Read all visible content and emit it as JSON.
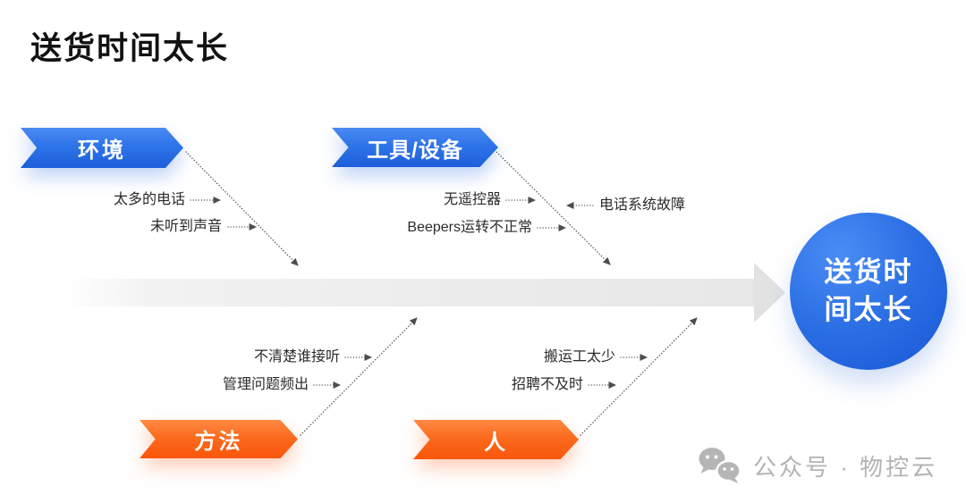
{
  "page": {
    "title": "送货时间太长",
    "background": "#ffffff"
  },
  "colors": {
    "blue": "#2e74e9",
    "blue_dark": "#1c5fd9",
    "orange": "#f9560a",
    "orange_light": "#ff8a45",
    "bone_line": "#4d4d4d",
    "main_arrow_gray": "#e6e6e6",
    "cause_text": "#2b2b2b",
    "watermark_gray": "#b3b3b3"
  },
  "effect": {
    "label": "送货时间太长",
    "line1": "送货时",
    "line2": "间太长"
  },
  "categories": [
    {
      "id": "environment",
      "label": "环境",
      "color": "blue",
      "position": "top-left",
      "causes": [
        {
          "text": "太多的电话"
        },
        {
          "text": "未听到声音"
        }
      ]
    },
    {
      "id": "tools-equipment",
      "label": "工具/设备",
      "color": "blue",
      "position": "top-middle",
      "causes": [
        {
          "text": "无遥控器"
        },
        {
          "text": "Beepers运转不正常"
        },
        {
          "text": "电话系统故障",
          "side": "right"
        }
      ]
    },
    {
      "id": "method",
      "label": "方法",
      "color": "orange",
      "position": "bottom-left",
      "causes": [
        {
          "text": "不清楚谁接听"
        },
        {
          "text": "管理问题频出"
        }
      ]
    },
    {
      "id": "people",
      "label": "人",
      "color": "orange",
      "position": "bottom-middle",
      "causes": [
        {
          "text": "搬运工太少"
        },
        {
          "text": "招聘不及时"
        }
      ]
    }
  ],
  "watermark": {
    "icon": "wechat-icon",
    "text": "公众号 · 物控云"
  }
}
